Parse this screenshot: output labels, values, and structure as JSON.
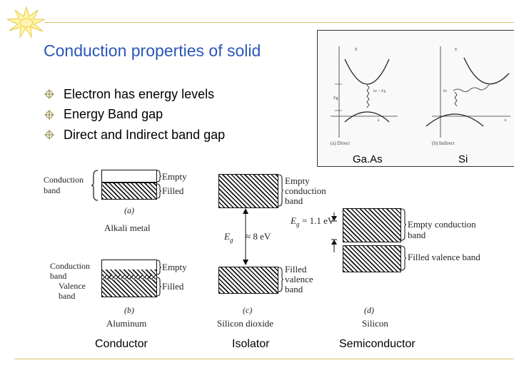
{
  "slide": {
    "title": "Conduction properties of solid",
    "bullets": [
      "Electron has energy levels",
      "Energy Band gap",
      "Direct and Indirect band gap"
    ],
    "captions": {
      "conductor": "Conductor",
      "isolator": "Isolator",
      "semiconductor": "Semiconductor",
      "gaas": "Ga.As",
      "si": "Si"
    },
    "accent_color": "#2a56b8",
    "rule_color": "#d9c36a"
  },
  "band_figure": {
    "a": {
      "conduction": "Conduction",
      "band": "band",
      "empty": "Empty",
      "filled": "Filled",
      "letter": "(a)",
      "name": "Alkali metal"
    },
    "b": {
      "conduction": "Conduction",
      "band": "band",
      "valence": "Valence",
      "band2": "band",
      "empty": "Empty",
      "filled": "Filled",
      "letter": "(b)",
      "name": "Aluminum"
    },
    "c": {
      "empty1": "Empty",
      "empty2": "conduction",
      "empty3": "band",
      "eg_sym": "E",
      "eg_sub": "g",
      "eg_val": "≈ 8 eV",
      "filled1": "Filled",
      "filled2": "valence",
      "filled3": "band",
      "letter": "(c)",
      "name": "Silicon dioxide"
    },
    "d": {
      "eg_sym": "E",
      "eg_sub": "g",
      "eg_val": "= 1.1 eV",
      "empty": "Empty conduction",
      "empty2": "band",
      "filled": "Filled valence band",
      "letter": "(d)",
      "name": "Silicon"
    }
  },
  "gap_figure": {
    "direct_caption": "(a) Direct",
    "indirect_caption": "(b) Indirect",
    "e_axis": "E",
    "k_axis": "k",
    "eg_label": "Eg",
    "hv_label": "hν = Eg",
    "et_label": "Et"
  }
}
